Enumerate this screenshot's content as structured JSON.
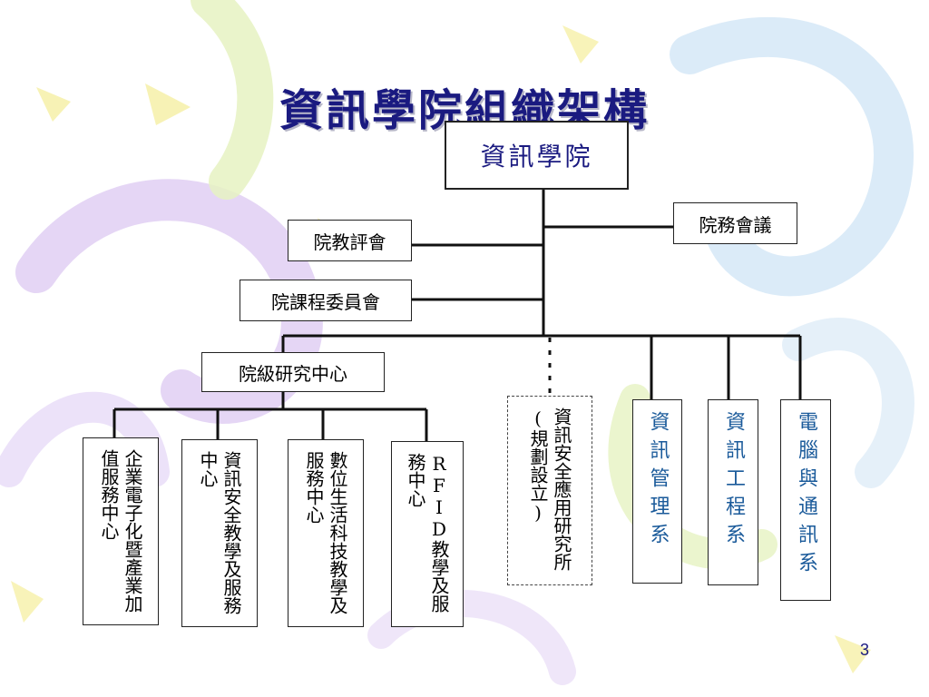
{
  "slide": {
    "title": "資訊學院組織架構",
    "page_number": "3"
  },
  "org": {
    "root": "資訊學院",
    "committees": {
      "college_affairs_meeting": "院務會議",
      "evaluation_committee": "院教評會",
      "curriculum_committee": "院課程委員會"
    },
    "research_centers_group": "院級研究中心",
    "research_centers": [
      "企業電子化暨產業加值服務中心",
      "資訊安全教學及服務中心",
      "數位生活科技教學及服務中心",
      "RFID教學及服務中心"
    ],
    "planned_institute": "資訊安全應用研究所(規劃設立)",
    "departments": [
      "資訊管理系",
      "資訊工程系",
      "電腦與通訊系"
    ]
  },
  "colors": {
    "title": "#1a1a80",
    "department_text": "#1a5a9a",
    "lines": "#111111"
  }
}
